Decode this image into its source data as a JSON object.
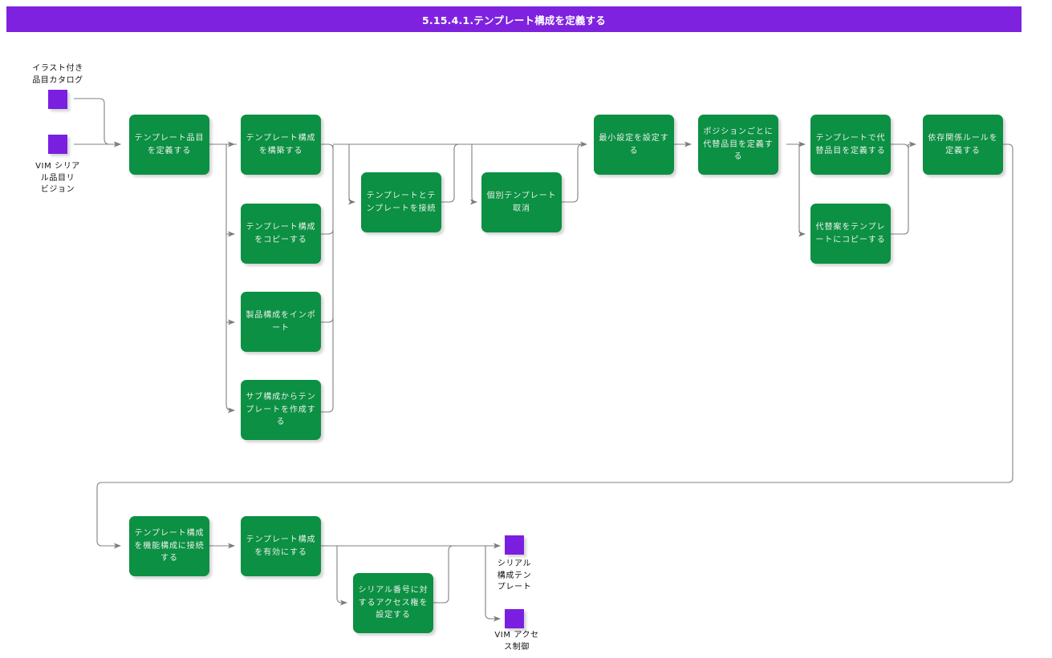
{
  "title": {
    "number": "5.15.4.1.",
    "name": "テンプレート構成を定義する",
    "full": "5.15.4.1.テンプレート構成を定義する",
    "bar_color": "#7e22e0",
    "text_color": "#ffffff"
  },
  "palette": {
    "process_fill": "#0c9043",
    "process_text": "#e9efe9",
    "data_fill": "#7a1fe0",
    "connector": "#808080",
    "background": "#ffffff"
  },
  "data_nodes": [
    {
      "id": "illustrated-catalog",
      "label": "イラスト付き\n品目カタログ",
      "label_position": "above"
    },
    {
      "id": "vim-serial-item-revision",
      "label": "VIM シリア\nル品目リ\nビジョン",
      "label_position": "below"
    },
    {
      "id": "serial-config-template",
      "label": "シリアル\n構成テン\nプレート",
      "label_position": "below"
    },
    {
      "id": "vim-access-control",
      "label": "VIM アクセ\nス制御",
      "label_position": "below"
    }
  ],
  "processes": [
    {
      "id": "define-template-item",
      "label": "テンプレート品目を定義する"
    },
    {
      "id": "build-template-config",
      "label": "テンプレート構成を構築する"
    },
    {
      "id": "copy-template-config",
      "label": "テンプレート構成をコピーする"
    },
    {
      "id": "import-product-config",
      "label": "製品構成をインポート"
    },
    {
      "id": "create-template-from-sub",
      "label": "サブ構成からテンプレートを作成する"
    },
    {
      "id": "connect-template-to-template",
      "label": "テンプレートとテンプレートを接続"
    },
    {
      "id": "cancel-individual-template",
      "label": "個別テンプレート取消"
    },
    {
      "id": "set-minimum-config",
      "label": "最小設定を設定する"
    },
    {
      "id": "define-sub-item-per-position",
      "label": "ポジションごとに代替品目を定義する"
    },
    {
      "id": "define-sub-item-in-template",
      "label": "テンプレートで代替品目を定義する"
    },
    {
      "id": "copy-alternative-to-template",
      "label": "代替案をテンプレートにコピーする"
    },
    {
      "id": "define-dependency-rule",
      "label": "依存関係ルールを定義する"
    },
    {
      "id": "connect-template-to-function",
      "label": "テンプレート構成を機能構成に接続する"
    },
    {
      "id": "enable-template-config",
      "label": "テンプレート構成を有効にする"
    },
    {
      "id": "set-serial-access-right",
      "label": "シリアル番号に対するアクセス権を設定する"
    }
  ]
}
